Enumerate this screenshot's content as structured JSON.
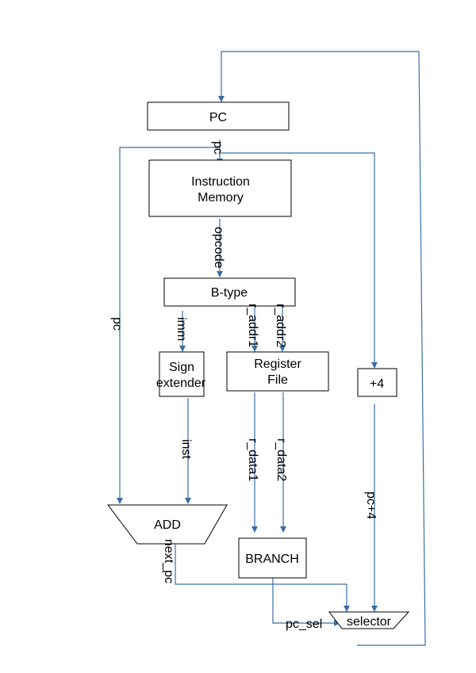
{
  "blocks": {
    "pc": "PC",
    "instruction_memory": [
      "Instruction",
      "Memory"
    ],
    "btype": "B-type",
    "sign_extender": [
      "Sign",
      "extender"
    ],
    "register_file": [
      "Register",
      "File"
    ],
    "plus4": "+4",
    "add": "ADD",
    "branch": "BRANCH",
    "selector": "selector"
  },
  "signals": {
    "pc_into_mem": "pc",
    "opcode": "opcode",
    "pc_left": "pc",
    "imm": "imm",
    "r_addr1": "r_addr1",
    "r_addr2": "r_addr2",
    "inst": "inst",
    "r_data1": "r_data1",
    "r_data2": "r_data2",
    "pc_plus4": "pc+4",
    "next_pc": "next_pc",
    "pc_sel": "pc_sel"
  },
  "colors": {
    "wire": "#3a6ea5",
    "box": "#000000"
  }
}
